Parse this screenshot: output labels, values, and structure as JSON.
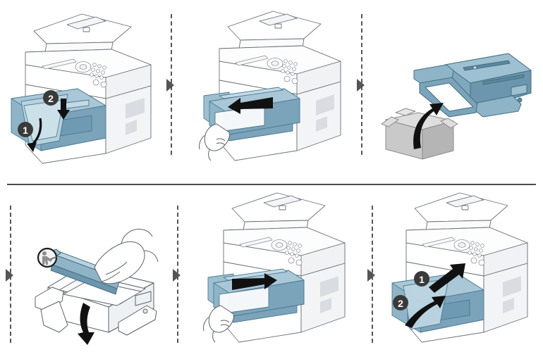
{
  "document": {
    "title": "Replacing the toner cartridge",
    "kind": "printer-maintenance-illustration",
    "panel_count": 6,
    "background_color": "#ffffff"
  },
  "palette": {
    "toner_blue": "#7fa8bd",
    "toner_blue_dark": "#5b87a0",
    "toner_blue_light": "#a9c7d6",
    "device_white": "#ffffff",
    "device_outline": "#6b6f76",
    "device_shade": "#e9ebee",
    "device_shade_dark": "#d5d8dd",
    "arrow_black": "#111111",
    "badge_dark": "#3a3a3a",
    "separator_gray": "#555555",
    "divider_gray": "#4a4a4a",
    "box_gray": "#c9c9c9",
    "box_gray_light": "#dedede",
    "box_gray_dark": "#a8a8a8"
  },
  "divider": {
    "name": "row-divider",
    "orientation": "horizontal",
    "color": "#4a4a4a"
  },
  "separators": [
    {
      "name": "flow-separator-1",
      "after_panel": 1,
      "marker": "triangle-right",
      "line": "dashed-vertical"
    },
    {
      "name": "flow-separator-2",
      "after_panel": 2,
      "marker": "triangle-right",
      "line": "dashed-vertical"
    },
    {
      "name": "flow-separator-3",
      "after_panel": 3,
      "marker": "triangle-right",
      "line": "dashed-vertical"
    },
    {
      "name": "flow-separator-4",
      "after_panel": 4,
      "marker": "triangle-right",
      "line": "dashed-vertical"
    },
    {
      "name": "flow-separator-5",
      "after_panel": 5,
      "marker": "triangle-right",
      "line": "dashed-vertical"
    }
  ],
  "panels": [
    {
      "id": "panel-1",
      "name": "open-front-cover",
      "row": "top",
      "order": 1,
      "subject": "multifunction-printer",
      "cover_state": "opening",
      "steps": [
        {
          "label": "1",
          "arrow": "curved-down-left",
          "meaning": "pull front cover down"
        },
        {
          "label": "2",
          "arrow": "straight-down",
          "meaning": "lower the cover fully"
        }
      ],
      "has_hand": false,
      "has_box": false,
      "has_callout_icon": false
    },
    {
      "id": "panel-2",
      "name": "remove-used-toner-cartridge",
      "row": "top",
      "order": 2,
      "subject": "multifunction-printer",
      "cover_state": "open",
      "steps": [],
      "arrow": {
        "direction": "left",
        "style": "block",
        "meaning": "pull cartridge out"
      },
      "has_hand": true,
      "has_box": false,
      "has_callout_icon": false
    },
    {
      "id": "panel-3",
      "name": "unpack-new-toner-cartridge",
      "row": "top",
      "order": 3,
      "subject": "toner-cartridge",
      "steps": [],
      "arrow": {
        "direction": "up-curved",
        "style": "tapered",
        "meaning": "lift cartridge out of box"
      },
      "has_hand": false,
      "has_box": true,
      "has_callout_icon": false
    },
    {
      "id": "panel-4",
      "name": "remove-protective-cover",
      "row": "bottom",
      "order": 4,
      "subject": "toner-cartridge",
      "steps": [],
      "arrow": {
        "direction": "down-curved",
        "style": "tapered",
        "meaning": "peel protective cover off"
      },
      "has_hand": true,
      "has_box": false,
      "has_callout_icon": true,
      "callout_icon": "do-not-touch-drum-icon"
    },
    {
      "id": "panel-5",
      "name": "insert-new-toner-cartridge",
      "row": "bottom",
      "order": 5,
      "subject": "multifunction-printer",
      "cover_state": "open",
      "steps": [],
      "arrow": {
        "direction": "right",
        "style": "block",
        "meaning": "slide cartridge in"
      },
      "has_hand": true,
      "has_box": false,
      "has_callout_icon": false
    },
    {
      "id": "panel-6",
      "name": "close-front-cover",
      "row": "bottom",
      "order": 6,
      "subject": "multifunction-printer",
      "cover_state": "closing",
      "steps": [
        {
          "label": "1",
          "arrow": "diagonal-up-right",
          "meaning": "push cartridge home"
        },
        {
          "label": "2",
          "arrow": "curved-up",
          "meaning": "swing the front cover closed"
        }
      ],
      "has_hand": false,
      "has_box": false,
      "has_callout_icon": false
    }
  ],
  "printer": {
    "name": "multifunction-laser-printer",
    "parts": [
      "document-feeder",
      "scanner-lid",
      "control-panel",
      "display-screen",
      "navigation-dial",
      "keypad-buttons",
      "front-cover",
      "side-vents"
    ]
  },
  "cartridge": {
    "name": "toner-cartridge",
    "parts": [
      "handle",
      "drum-area",
      "body",
      "protective-cover"
    ]
  },
  "box": {
    "name": "cartridge-packaging-box",
    "state": "open"
  }
}
